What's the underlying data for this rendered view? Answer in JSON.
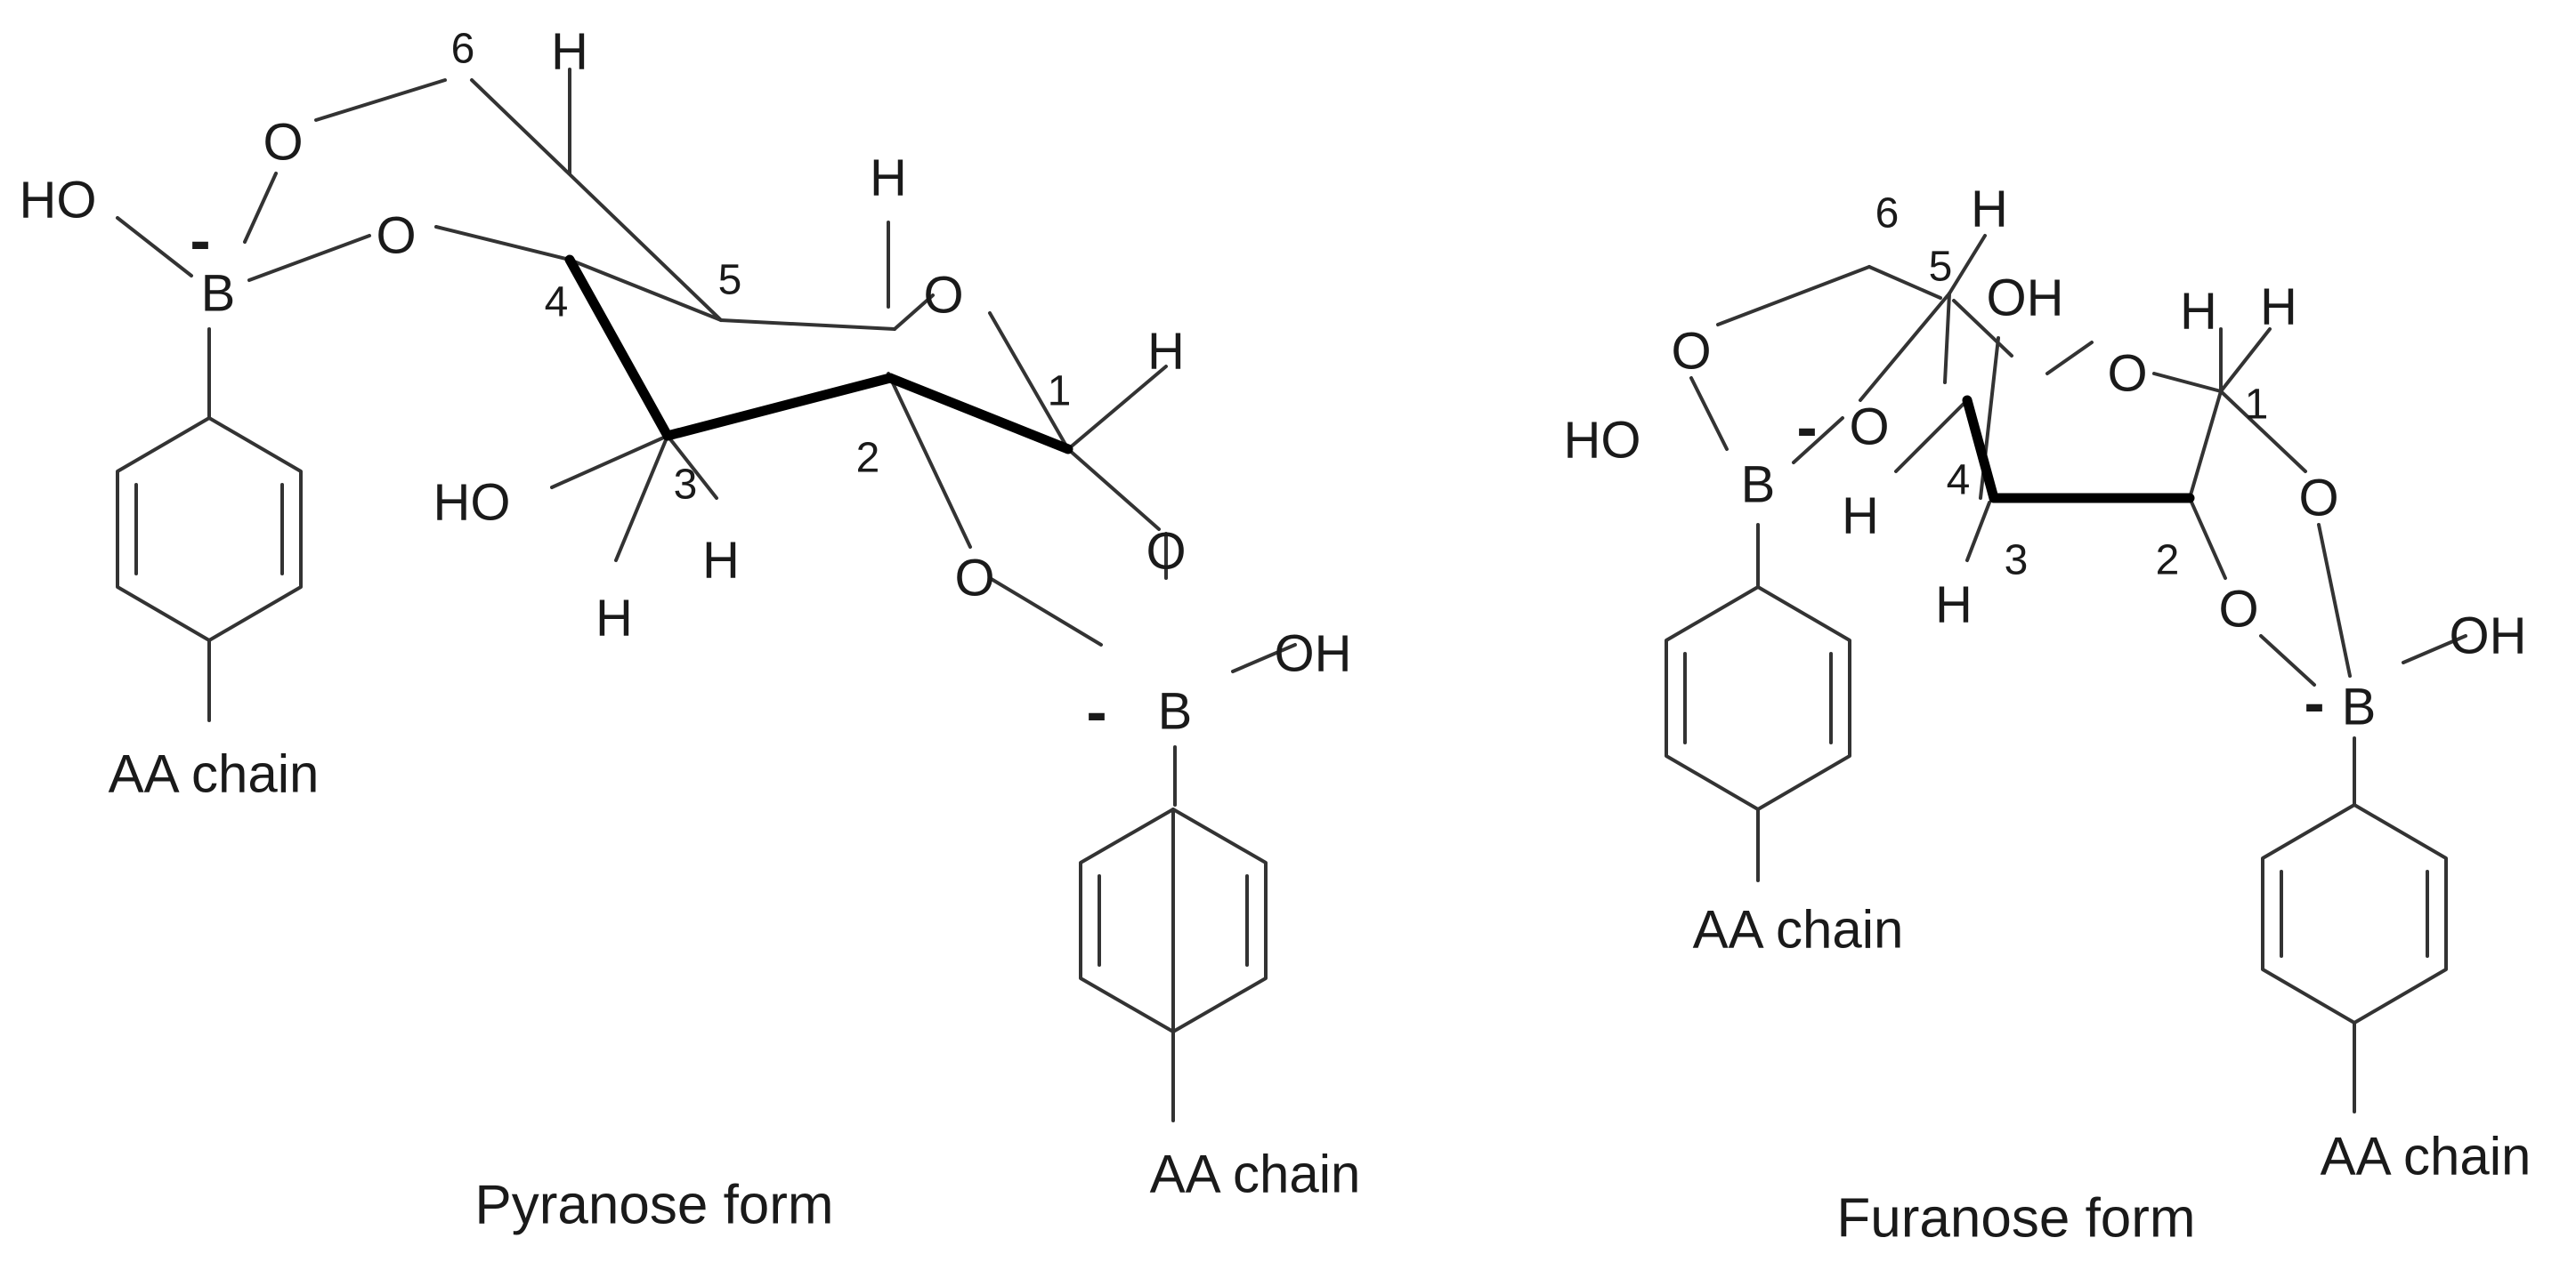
{
  "pyranose": {
    "caption": "Pyranose form",
    "labels": {
      "ho_b1": "HO",
      "b1": "B",
      "charge_b1": "-",
      "o_top": "O",
      "o_b1": "O",
      "n6": "6",
      "h_top": "H",
      "n4": "4",
      "n5": "5",
      "o_ring": "O",
      "h_ring": "H",
      "n1": "1",
      "h_c1": "H",
      "n2": "2",
      "n3": "3",
      "ho_c3": "HO",
      "h_c3": "H",
      "h_c3b": "H",
      "o_c2": "O",
      "o_c1": "O",
      "b2": "B",
      "charge_b2": "-",
      "oh_b2": "OH",
      "chain_1": "AA chain",
      "chain_2": "AA chain"
    }
  },
  "furanose": {
    "caption": "Furanose form",
    "labels": {
      "n6": "6",
      "h_c5": "H",
      "n5": "5",
      "oh_c4": "OH",
      "o_left": "O",
      "o_b1": "O",
      "charge_b1": "-",
      "ho_b1": "HO",
      "b1": "B",
      "h_c4": "H",
      "n4": "4",
      "o_ring": "O",
      "h_c2": "H",
      "h_c1": "H",
      "n1": "1",
      "n3": "3",
      "n2": "2",
      "h_c3": "H",
      "o_c1": "O",
      "o_c2": "O",
      "charge_b2": "-",
      "b2": "B",
      "oh_b2": "OH",
      "chain_1": "AA chain",
      "chain_2": "AA chain"
    }
  }
}
